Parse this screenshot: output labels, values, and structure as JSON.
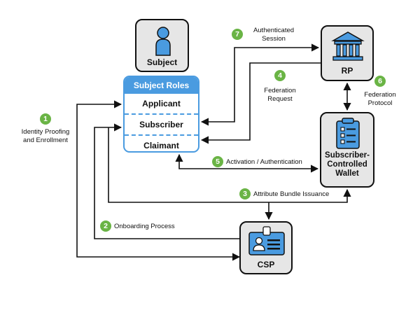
{
  "nodes": {
    "subject": "Subject",
    "rp": "RP",
    "wallet_line1": "Subscriber-",
    "wallet_line2": "Controlled",
    "wallet_line3": "Wallet",
    "csp": "CSP"
  },
  "subject_roles": {
    "title": "Subject Roles",
    "roles": [
      "Applicant",
      "Subscriber",
      "Claimant"
    ]
  },
  "flows": [
    {
      "number": "1",
      "line1": "Identity Proofing",
      "line2": "and Enrollment"
    },
    {
      "number": "2",
      "line1": "Onboarding Process"
    },
    {
      "number": "3",
      "line1": "Attribute Bundle Issuance"
    },
    {
      "number": "4",
      "line1": "Federation",
      "line2": "Request"
    },
    {
      "number": "5",
      "line1": "Activation / Authentication"
    },
    {
      "number": "6",
      "line1": "Federation",
      "line2": "Protocol"
    },
    {
      "number": "7",
      "line1": "Authenticated",
      "line2": "Session"
    }
  ],
  "colors": {
    "accent_blue": "#4a9be0",
    "step_green": "#6ab445",
    "node_fill": "#e6e6e6"
  },
  "icons": {
    "subject": "person-icon",
    "rp": "bank-building-icon",
    "wallet": "clipboard-checklist-icon",
    "csp": "id-badge-icon"
  }
}
